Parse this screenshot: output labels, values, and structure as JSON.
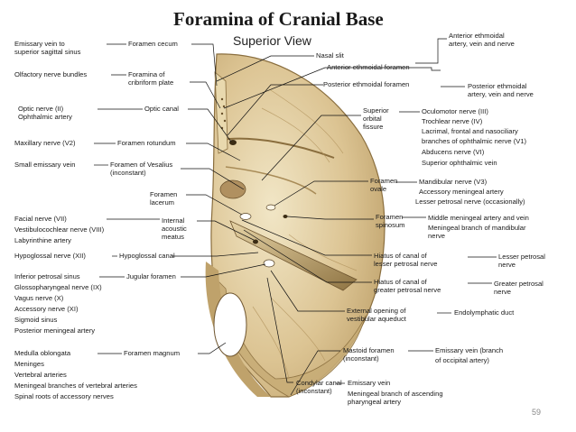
{
  "title": "Foramina of Cranial Base",
  "subtitle": "Superior View",
  "page_number": "59",
  "left_labels": {
    "emissary_vein": [
      "Emissary vein to",
      "superior sagittal sinus"
    ],
    "olfactory": "Olfactory nerve bundles",
    "optic_nerve": [
      "Optic nerve (II)",
      "Ophthalmic artery"
    ],
    "maxillary": "Maxillary nerve (V2)",
    "small_emissary": "Small emissary vein",
    "facial": [
      "Facial nerve (VII)",
      "Vestibulocochlear nerve (VIII)",
      "Labyrinthine artery"
    ],
    "hypoglossal_nerve": "Hypoglossal nerve (XII)",
    "inferior_petrosal": [
      "Inferior petrosal sinus",
      "Glossopharyngeal nerve (IX)",
      "Vagus nerve (X)",
      "Accessory nerve (XI)",
      "Sigmoid sinus",
      "Posterior meningeal artery"
    ],
    "medulla": [
      "Medulla oblongata",
      "Meninges",
      "Vertebral arteries",
      "Meningeal branches of vertebral arteries",
      "Spinal roots of accessory nerves"
    ]
  },
  "foramina_left": {
    "foramen_cecum": "Foramen cecum",
    "cribriform": [
      "Foramina of",
      "cribriform plate"
    ],
    "optic_canal": "Optic canal",
    "foramen_rotundum": "Foramen rotundum",
    "vesalius": [
      "Foramen of Vesalius",
      "(inconstant)"
    ],
    "lacerum": [
      "Foramen",
      "lacerum"
    ],
    "internal_meatus": [
      "Internal",
      "acoustic",
      "meatus"
    ],
    "hypoglossal_canal": "Hypoglossal canal",
    "jugular": "Jugular foramen",
    "magnum": "Foramen magnum"
  },
  "foramina_right": {
    "nasal_slit": "Nasal slit",
    "ant_ethmoidal_foramen": "Anterior ethmoidal foramen",
    "post_ethmoidal_foramen": "Posterior ethmoidal foramen",
    "superior_orbital": [
      "Superior",
      "orbital",
      "fissure"
    ],
    "ovale": [
      "Foramen",
      "ovale"
    ],
    "spinosum": [
      "Foramen",
      "spinosum"
    ],
    "hiatus_lesser": [
      "Hiatus of canal of",
      "lesser petrosal nerve"
    ],
    "hiatus_greater": [
      "Hiatus of canal of",
      "greater petrosal nerve"
    ],
    "vestibular_aqueduct": [
      "External opening of",
      "vestibular aqueduct"
    ],
    "mastoid": [
      "Mastoid foramen",
      "(inconstant)"
    ],
    "condylar": [
      "Condylar canal",
      "(inconstant)"
    ]
  },
  "right_labels": {
    "ant_ethmoidal": [
      "Anterior ethmoidal",
      "artery, vein and nerve"
    ],
    "post_ethmoidal": [
      "Posterior ethmoidal",
      "artery, vein and nerve"
    ],
    "orbital_contents": [
      "Oculomotor nerve (III)",
      "Trochlear nerve (IV)",
      "Lacrimal, frontal and nasociliary",
      "branches of ophthalmic nerve (V1)",
      "Abducens nerve (VI)",
      "Superior ophthalmic vein"
    ],
    "ovale_contents": [
      "Mandibular nerve (V3)",
      "Accessory meningeal artery",
      "Lesser petrosal nerve (occasionally)"
    ],
    "spinosum_contents": [
      "Middle meningeal artery and vein",
      "Meningeal branch of mandibular",
      "nerve"
    ],
    "lesser_petrosal": [
      "Lesser petrosal",
      "nerve"
    ],
    "greater_petrosal": [
      "Greater petrosal",
      "nerve"
    ],
    "endolymphatic": "Endolymphatic duct",
    "mastoid_contents": [
      "Emissary vein (branch",
      "of occipital artery)"
    ],
    "condylar_contents": [
      "Emissary vein",
      "Meningeal branch of ascending",
      "pharyngeal artery"
    ]
  },
  "colors": {
    "bone": "#d9c28f",
    "bone_dark": "#9a7f4e",
    "bone_light": "#efe2bf",
    "line": "#111111"
  }
}
